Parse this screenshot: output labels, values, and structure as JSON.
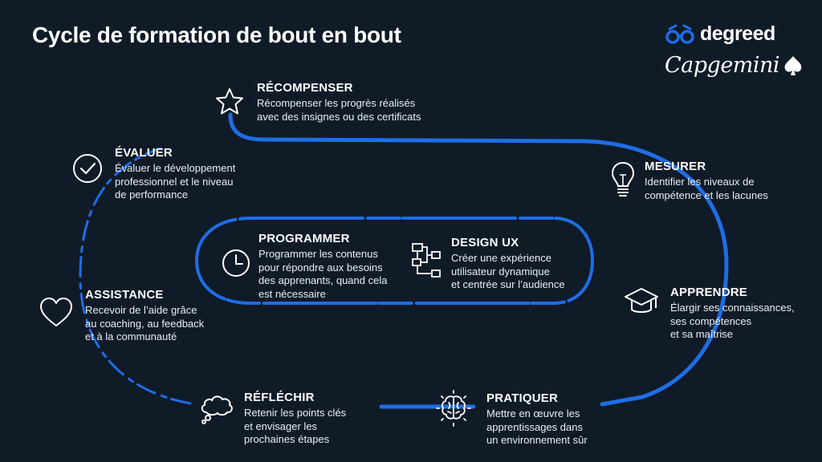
{
  "title": "Cycle de formation de bout en bout",
  "brands": {
    "degreed": "degreed",
    "capgemini": "Capgemini"
  },
  "colors": {
    "background": "#101b28",
    "accent": "#1f6de6",
    "text": "#ffffff"
  },
  "steps": {
    "recompenser": {
      "icon": "star-icon",
      "title": "RÉCOMPENSER",
      "text": "Récompenser les progrès réalisés\navec des insignes ou des certificats"
    },
    "evaluer": {
      "icon": "check-circle-icon",
      "title": "ÉVALUER",
      "text": "Évaluer le développement\nprofessionnel et le niveau\nde performance"
    },
    "mesurer": {
      "icon": "lightbulb-icon",
      "title": "MESURER",
      "text": "Identifier les niveaux de\ncompétence et les lacunes"
    },
    "programmer": {
      "icon": "clock-icon",
      "title": "PROGRAMMER",
      "text": "Programmer les contenus\npour répondre aux besoins\ndes apprenants, quand cela\nest nécessaire"
    },
    "design_ux": {
      "icon": "flowchart-icon",
      "title": "DESIGN UX",
      "text": "Créer une expérience\nutilisateur dynamique\net centrée sur l’audience"
    },
    "assistance": {
      "icon": "heart-icon",
      "title": "ASSISTANCE",
      "text": "Recevoir de l’aide grâce\nau coaching, au feedback\net à la communauté"
    },
    "apprendre": {
      "icon": "graduation-cap-icon",
      "title": "APPRENDRE",
      "text": "Élargir ses connaissances,\nses compétences\net sa maîtrise"
    },
    "reflechir": {
      "icon": "thought-cloud-icon",
      "title": "RÉFLÉCHIR",
      "text": "Retenir les points clés\net envisager les\nprochaines étapes"
    },
    "pratiquer": {
      "icon": "brain-icon",
      "title": "PRATIQUER",
      "text": "Mettre en œuvre les\napprentissages dans\nun environnement sûr"
    }
  }
}
